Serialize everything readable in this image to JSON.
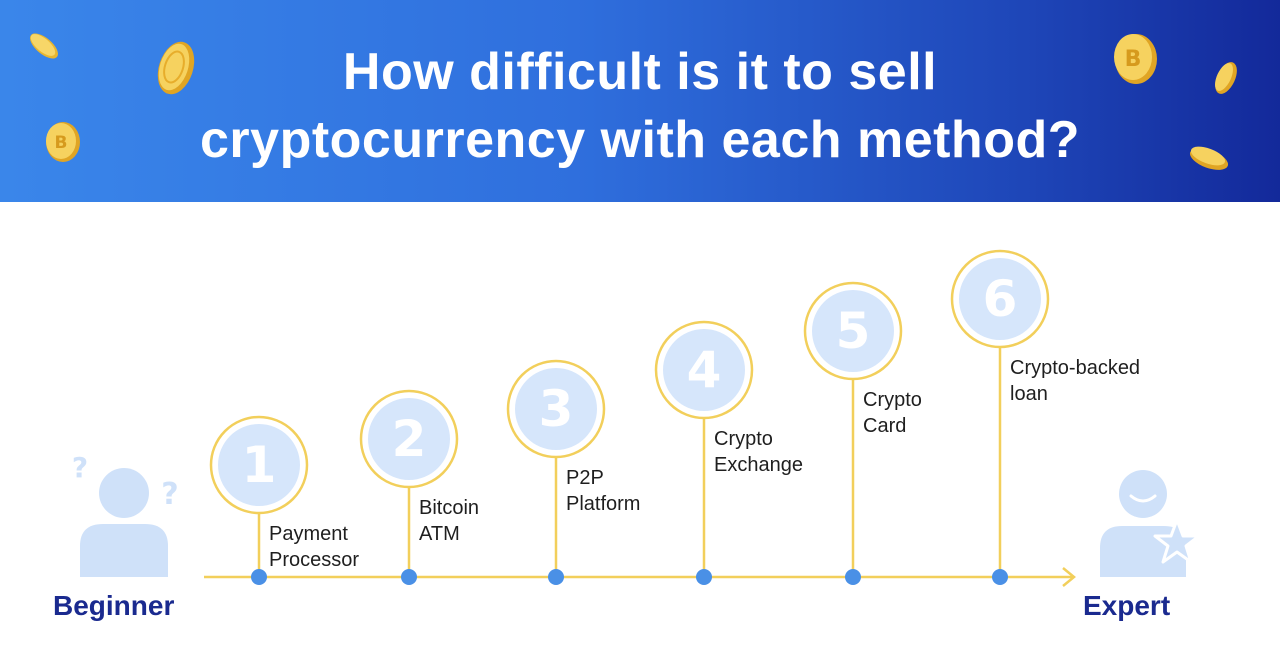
{
  "header": {
    "title_line1": "How difficult is it to sell",
    "title_line2": "cryptocurrency with each method?"
  },
  "scale": {
    "start_label": "Beginner",
    "end_label": "Expert"
  },
  "steps": [
    {
      "number": "1",
      "label": "Payment\nProcessor"
    },
    {
      "number": "2",
      "label": "Bitcoin\nATM"
    },
    {
      "number": "3",
      "label": "P2P\nPlatform"
    },
    {
      "number": "4",
      "label": "Crypto\nExchange"
    },
    {
      "number": "5",
      "label": "Crypto\nCard"
    },
    {
      "number": "6",
      "label": "Crypto-backed\nloan"
    }
  ],
  "icons": {
    "beginner": "confused-person-icon",
    "expert": "happy-person-star-icon",
    "coins": "bitcoin-coin-icon"
  },
  "colors": {
    "accent_yellow": "#f2cf5b",
    "dot_blue": "#4a90e6",
    "circle_fill": "#d6e6fb",
    "number_white": "#ffffff",
    "label_navy": "#1a2a8f",
    "person_blue": "#cfe1f9"
  }
}
